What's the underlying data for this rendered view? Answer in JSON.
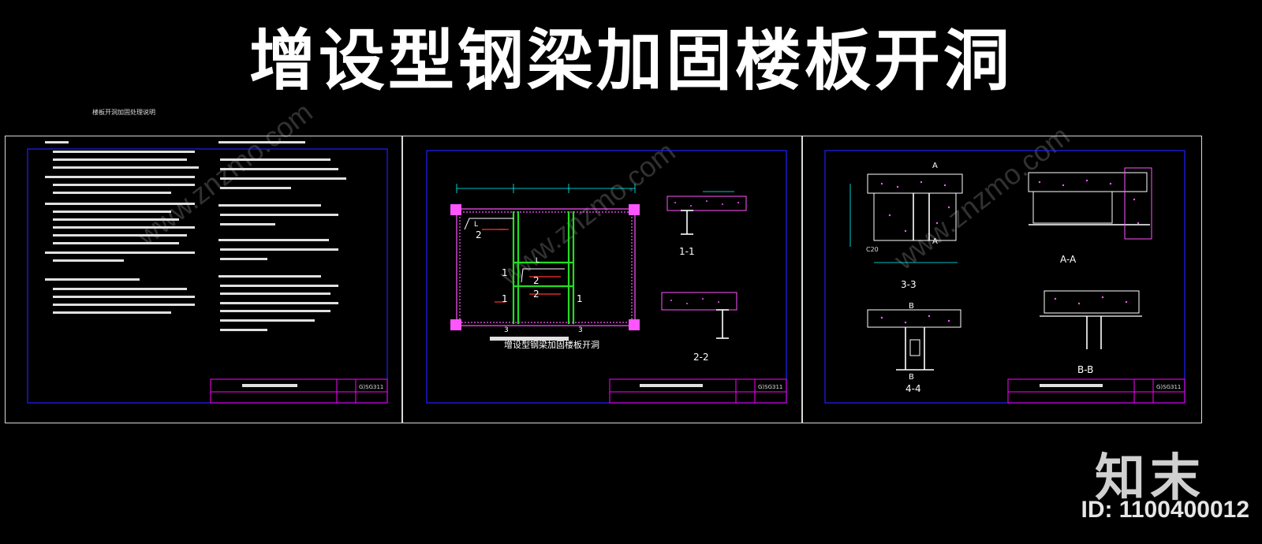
{
  "title": "增设型钢梁加固楼板开洞",
  "watermark": "www.znzmo.com",
  "brand": "知末",
  "image_id": "ID: 1100400012",
  "sheets": [
    {
      "caption": "楼板开洞加固处理说明",
      "tb_code": "G)SG311"
    },
    {
      "caption": "增设型钢梁加固楼板开洞",
      "tb_code": "G)SG311",
      "sec1": "1-1",
      "sec2": "2-2",
      "lab_l": "L",
      "lab_2": "2",
      "lab_1": "1",
      "lab_3": "3"
    },
    {
      "tb_code": "G)SG311",
      "secA": "A-A",
      "secB": "B-B",
      "sec3": "3-3",
      "sec4": "4-4",
      "lbl_a": "A",
      "lbl_b": "B",
      "lab_c20": "C20"
    }
  ]
}
